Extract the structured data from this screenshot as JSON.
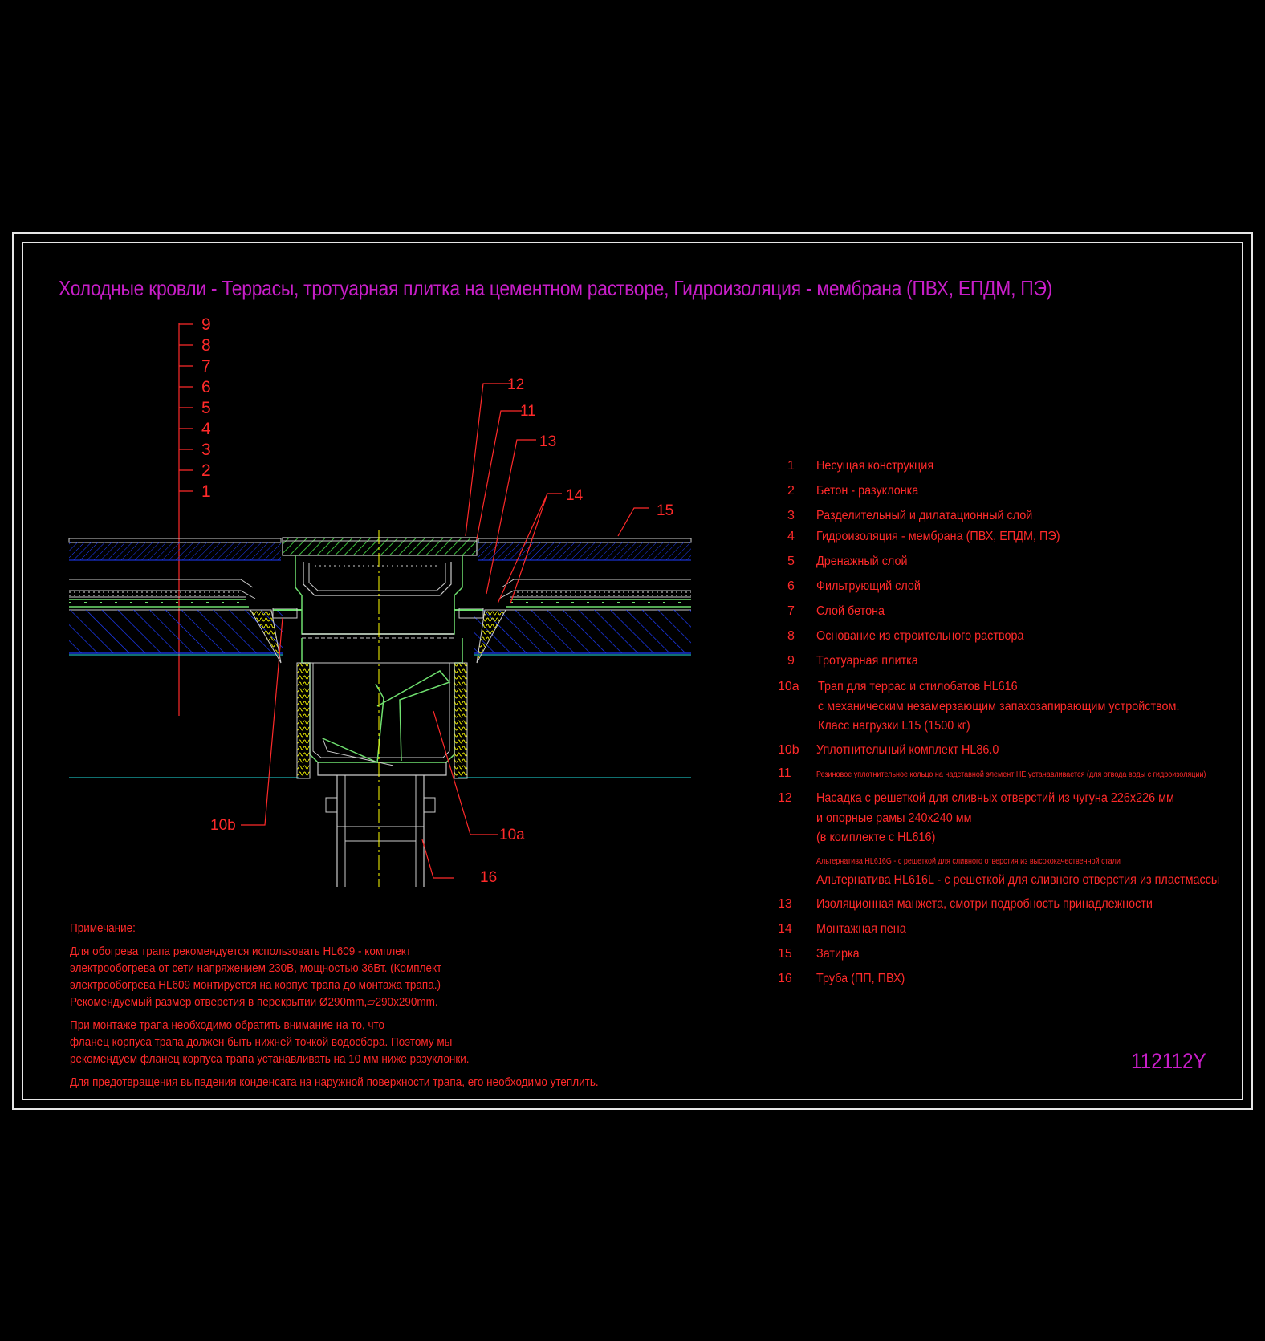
{
  "title": "Холодные кровли - Террасы, тротуарная плитка на цементном растворе, Гидроизоляция - мембрана (ПВХ, ЕПДМ, ПЭ)",
  "drawing_code": "112112Y",
  "layer_numbers": [
    "9",
    "8",
    "7",
    "6",
    "5",
    "4",
    "3",
    "2",
    "1"
  ],
  "callouts": {
    "c12": "12",
    "c11": "11",
    "c13": "13",
    "c14": "14",
    "c15": "15",
    "c10b": "10b",
    "c10a": "10a",
    "c16": "16"
  },
  "legend": [
    {
      "num": "1",
      "text": "Несущая конструкция"
    },
    {
      "num": "2",
      "text": "Бетон - разуклонка"
    },
    {
      "num": "3",
      "text": "Разделительный и дилатационный слой"
    },
    {
      "num": "4",
      "text": "Гидроизоляция - мембрана (ПВХ, ЕПДМ, ПЭ)"
    },
    {
      "num": "5",
      "text": "Дренажный слой"
    },
    {
      "num": "6",
      "text": "Фильтрующий слой"
    },
    {
      "num": "7",
      "text": "Слой бетона"
    },
    {
      "num": "8",
      "text": "Основание из строительного раствора"
    },
    {
      "num": "9",
      "text": "Тротуарная плитка"
    },
    {
      "num": "10a",
      "text": "Трап для террас и стилобатов HL616",
      "line2": "с механическим незамерзающим запахозапирающим устройством.",
      "line3": "Класс нагрузки L15 (1500 кг)"
    },
    {
      "num": "10b",
      "text": "Уплотнительный комплект HL86.0"
    },
    {
      "num": "11",
      "small": "Резиновое уплотнительное кольцо на надставной элемент НЕ устанавливается (для отвода воды с гидроизоляции)"
    },
    {
      "num": "12",
      "text": "Насадка с решеткой для сливных отверстий из чугуна 226x226 мм",
      "line2": "и опорные рамы 240x240 мм",
      "line3": "(в комплекте с HL616)",
      "small2": "Альтернатива HL616G - с решеткой  для сливного отверстия из высококачественной стали",
      "line4": "Альтернатива HL616L - с решеткой  для сливного отверстия из пластмассы"
    },
    {
      "num": "13",
      "text": "Изоляционная  манжета, смотри подробность принадлежности"
    },
    {
      "num": "14",
      "text": "Монтажная пена"
    },
    {
      "num": "15",
      "text": "Затирка"
    },
    {
      "num": "16",
      "text": "Труба (ПП, ПВХ)"
    }
  ],
  "notes": {
    "heading": "Примечание:",
    "p1": [
      "Для обогрева трапа рекомендуется использовать HL609 - комплект",
      "электрообогрева от сети напряжением 230В, мощностью 36Вт. (Комплект",
      "электрообогрева HL609 монтируется на корпус трапа до монтажа трапа.)",
      "Рекомендуемый размер отверстия в перекрытии Ø290mm,▱290x290mm."
    ],
    "p2": [
      "При монтаже трапа необходимо обратить внимание на то, что",
      "фланец корпуса трапа должен быть нижней точкой водосбора. Поэтому мы",
      "рекомендуем фланец корпуса трапа устанавливать на 10 мм ниже разуклонки."
    ],
    "p3": [
      "Для предотвращения выпадения конденсата на наружной поверхности трапа, его необходимо утеплить."
    ]
  },
  "colors": {
    "background": "#000000",
    "frame": "#e6e6e6",
    "title": "#c81ec8",
    "text": "#ff2a2a",
    "hatch_blue": "#1e3cff",
    "drain_green": "#6fe06f",
    "insulation_yellow": "#e6e600",
    "axis": "#ffff00"
  }
}
